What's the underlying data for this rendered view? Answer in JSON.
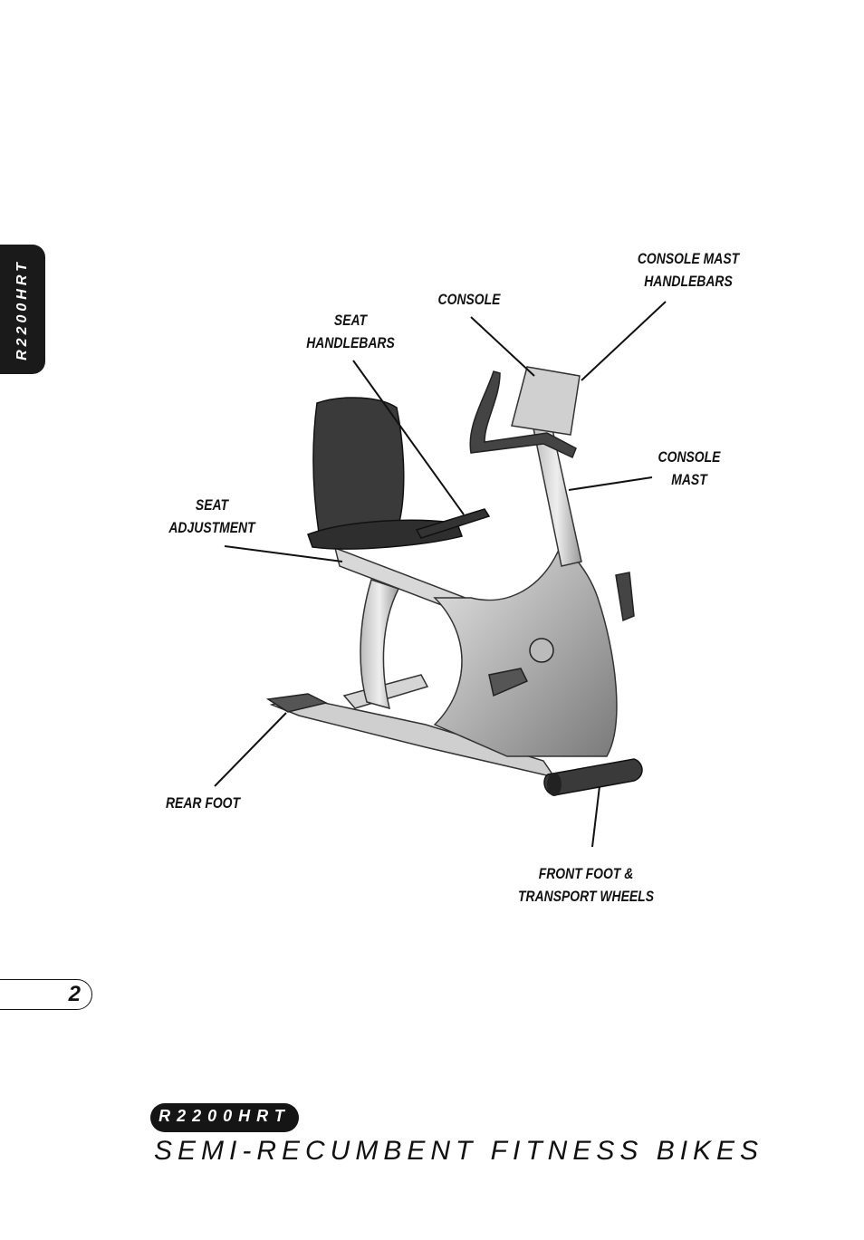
{
  "side_tab": {
    "label": "R2200HRT"
  },
  "callouts": {
    "console": "CONSOLE",
    "console_mast_handlebars": "CONSOLE MAST\nHANDLEBARS",
    "seat_handlebars": "SEAT\nHANDLEBARS",
    "console_mast": "CONSOLE\nMAST",
    "seat_adjustment": "SEAT\nADJUSTMENT",
    "rear_foot": "REAR FOOT",
    "front_foot": "FRONT FOOT &\nTRANSPORT WHEELS"
  },
  "page_number": "2",
  "footer": {
    "model": "R2200HRT",
    "title": "SEMI-RECUMBENT FITNESS BIKES"
  }
}
